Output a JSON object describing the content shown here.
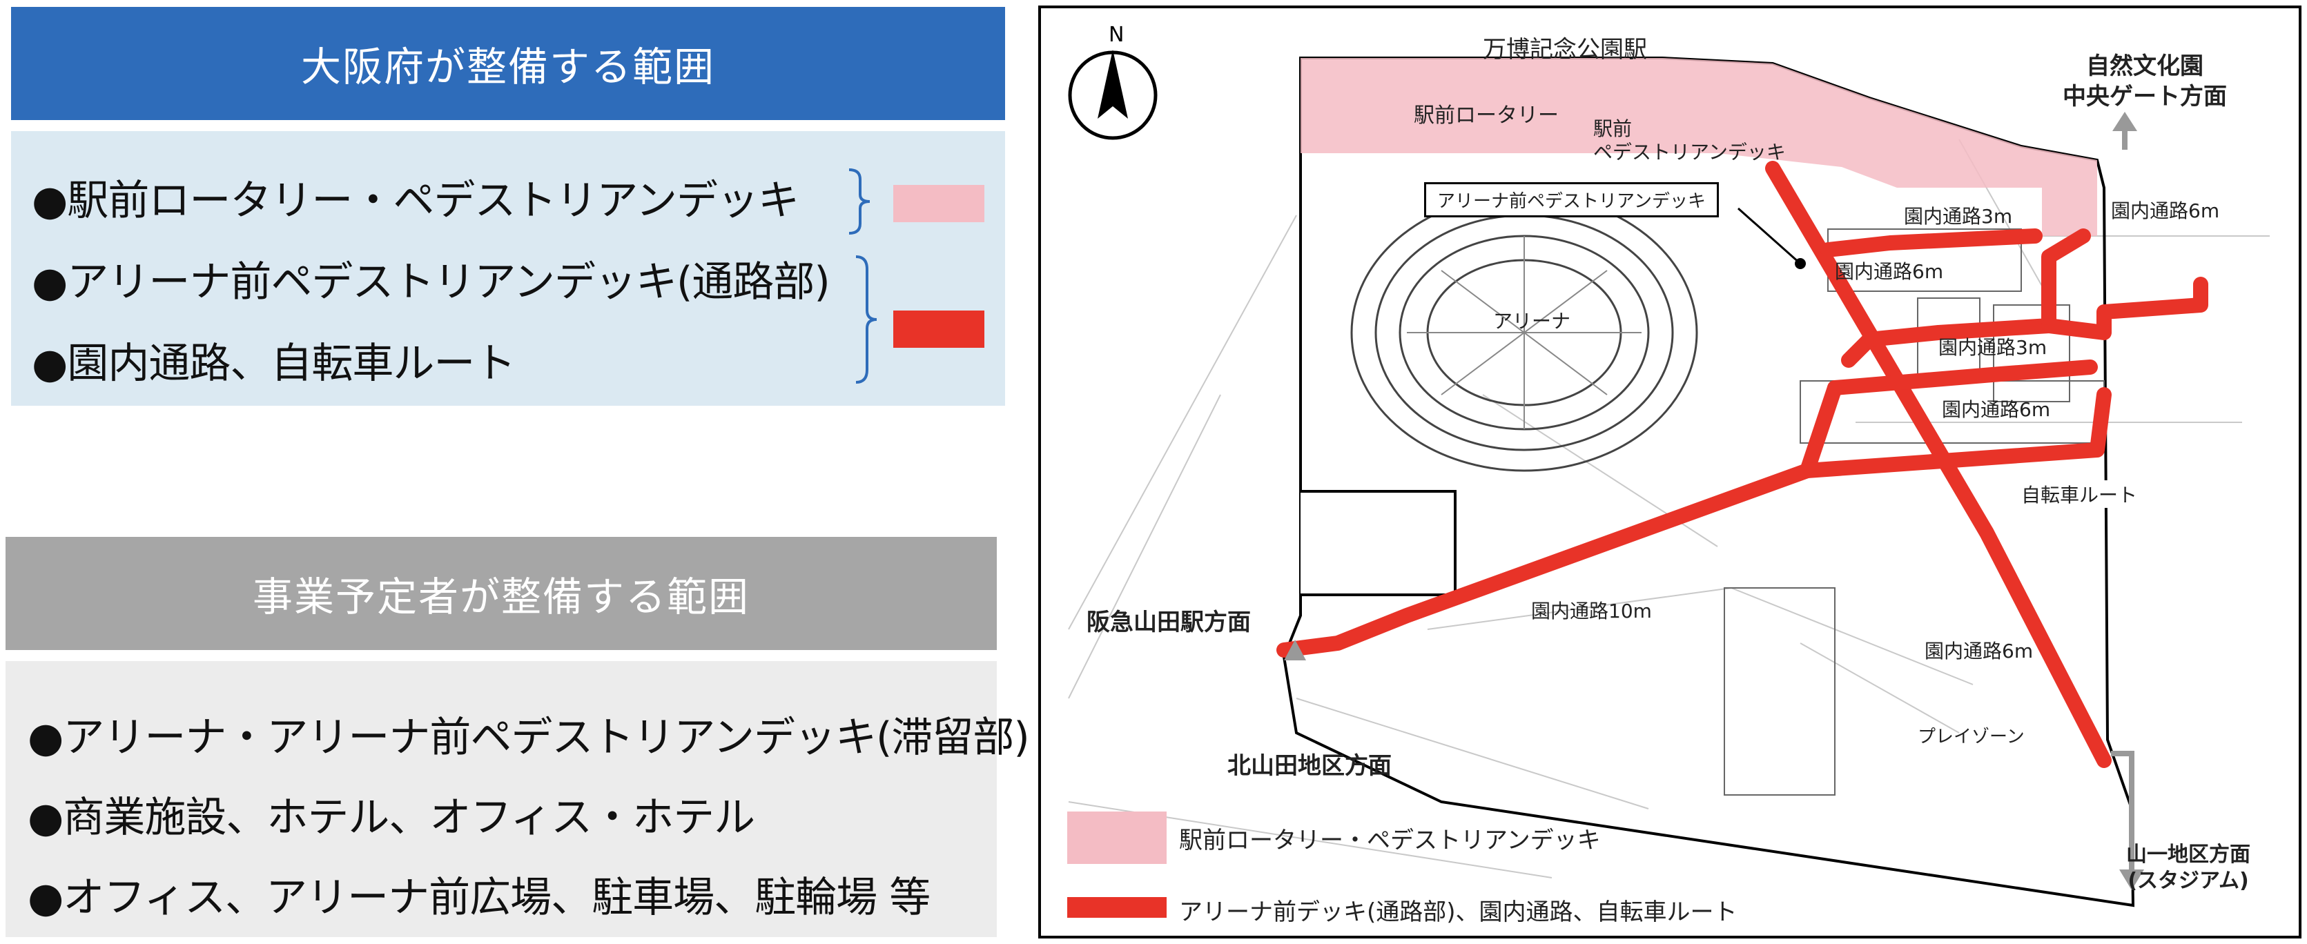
{
  "osaka_panel": {
    "title": "大阪府が整備する範囲",
    "header_color": "#2e6cba",
    "body_color": "#dbe9f2",
    "items": [
      "●駅前ロータリー・ペデストリアンデッキ",
      "●アリーナ前ペデストリアンデッキ(通路部)",
      "●園内通路、自転車ルート"
    ]
  },
  "business_panel": {
    "title": "事業予定者が整備する範囲",
    "header_color": "#a6a6a6",
    "body_color": "#ececec",
    "items": [
      "●アリーナ・アリーナ前ペデストリアンデッキ(滞留部)",
      "●商業施設、ホテル、オフィス・ホテル",
      "●オフィス、アリーナ前広場、駐車場、駐輪場 等"
    ]
  },
  "swatch_colors": {
    "pink": "#f4bcc4",
    "red": "#e83328"
  },
  "map": {
    "north_label": "N",
    "labels": {
      "station": "万博記念公園駅",
      "rotary": "駅前ロータリー",
      "deck": "駅前\nペデストリアンデッキ",
      "arena_deck": "アリーナ前ペデストリアンデッキ",
      "arena": "アリーナ",
      "path_3m_a": "園内通路3m",
      "path_6m_a": "園内通路6m",
      "path_6m_b": "園内通路6m",
      "path_3m_b": "園内通路3m",
      "path_6m_c": "園内通路6m",
      "bike_route": "自転車ルート",
      "path_10m": "園内通路10m",
      "path_6m_d": "園内通路6m",
      "play_zone": "プレイゾーン",
      "dir_nature": "自然文化園\n中央ゲート方面",
      "dir_hankyu": "阪急山田駅方面",
      "dir_kitayamada": "北山田地区方面",
      "dir_yamaichi": "山一地区方面\n(スタジアム)"
    },
    "legend": {
      "pink_label": "駅前ロータリー・ペデストリアンデッキ",
      "red_label": "アリーナ前デッキ(通路部)、園内通路、自転車ルート"
    }
  }
}
